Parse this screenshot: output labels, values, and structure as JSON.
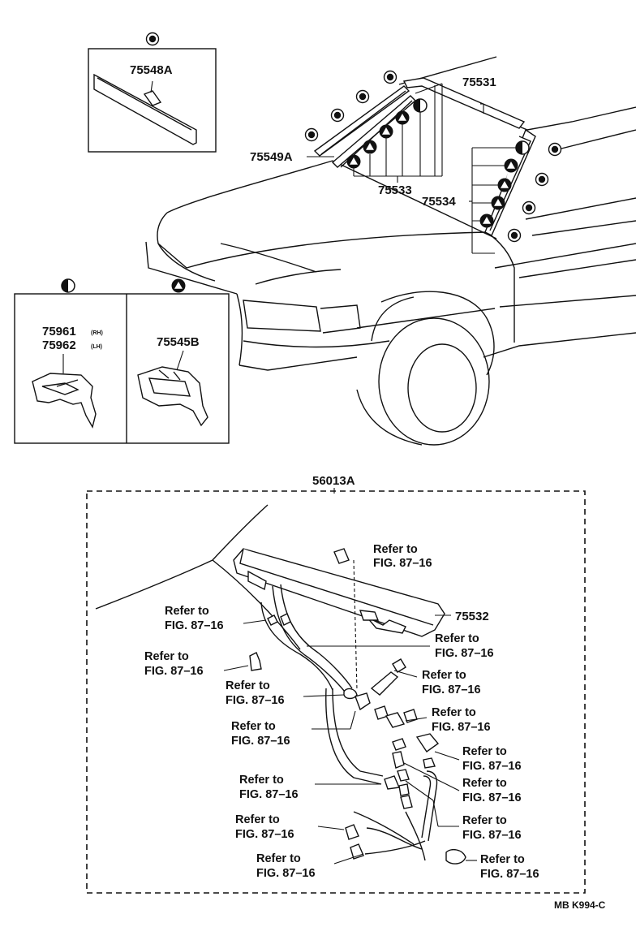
{
  "parts": {
    "p75548A": "75548A",
    "p75531": "75531",
    "p75549A": "75549A",
    "p75533": "75533",
    "p75534": "75534",
    "p75961": "75961",
    "p75962": "75962",
    "side_rh": "(RH)",
    "side_lh": "(LH)",
    "p75545B": "75545B",
    "p56013A": "56013A",
    "p75532": "75532"
  },
  "refer": {
    "line1": "Refer to",
    "line2": "FIG. 87–16"
  },
  "drawing_code": "MB K994-C",
  "icons": {
    "dot": "filled-dot-symbol",
    "half": "half-circle-symbol",
    "tri": "triangle-in-circle-symbol"
  }
}
